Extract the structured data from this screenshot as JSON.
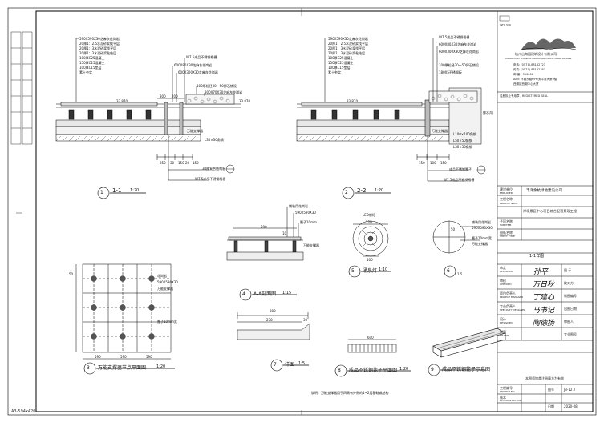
{
  "sheet_size_label": "A3-594x420",
  "company": {
    "logo_caption": "INFO 596",
    "name_cn": "杭州山海园建筑设计有限公司",
    "name_en": "HANGZHOU SHANHAI GROUP ARCHITECTURAL DESIGN",
    "tel": "电话: (0571)-88162723",
    "fax": "传真: (0571)-88162767",
    "postcode": "邮 编：310006",
    "address1": "Add: 环城东路69号太平洋大厦9楼",
    "address2": "西湖区西湖中心大厦"
  },
  "stamp_note": "注册执业专用章 / REGISTERED SEAL",
  "title_block": {
    "client_label": "建设单位",
    "client_label_en": "EMPLOYER",
    "client": "丰泽余杭绿地建设公司",
    "project_label": "工程名称",
    "project_label_en": "PROJECT NAME",
    "project": "禅境景区中心项目综合配套景观工程",
    "subitem_label": "子项名称",
    "subitem_label_en": "SUB ITEM",
    "drawing_label": "图纸名称",
    "drawing_label_en": "SHEET TITLE",
    "drawing_title": "1-1详图",
    "rows": [
      {
        "label": "审定",
        "label_en": "APPROVED",
        "sig": "孙平",
        "right": "图 示"
      },
      {
        "label": "审核",
        "label_en": "CHECKED",
        "sig": "万日秋",
        "right": "校对方"
      },
      {
        "label": "项目负责人",
        "label_en": "PROJECT MANAGER",
        "sig": "丁建心",
        "right": "制图编号"
      },
      {
        "label": "专业负责人",
        "label_en": "SPECIALTY DESIGNER",
        "sig": "马书记",
        "right": "出图日期"
      },
      {
        "label": "设计",
        "label_en": "DESIGNED",
        "sig": "陶德扬",
        "right": "审图人"
      },
      {
        "label": "制图",
        "label_en": "DRAWN",
        "sig": "",
        "right": "专业图号"
      }
    ],
    "footer_note": "本图须加盖注册章方为有效",
    "project_no_label": "工程编号",
    "project_no_label_en": "PROJECT NO.",
    "project_no": "",
    "sheet_no_label": "图号",
    "sheet_no": "JB-12.2",
    "revision_label": "版本",
    "revision_label_en": "REVISION EDITION",
    "date_label": "日期",
    "date": "2020-08"
  },
  "drawings": {
    "d1": {
      "number": "1",
      "title": "1-1",
      "scale": "1:20",
      "notes": [
        "590X590X30芝麻灰花岗岩",
        "20厚1：2.5水泥砂浆找平层",
        "20厚1：3水泥砂浆找平层",
        "20厚1：3水泥砂浆粘结层",
        "100厚C25混凝土",
        "150厚C25混凝土",
        "100厚C15垫层",
        "素土夯实"
      ],
      "right_notes": [
        "W7.5成品不锈钢格栅",
        "600X80X30芝麻灰花岗岩",
        "600X300X30芝麻灰花岗岩",
        "100厚粒径30～50卵石铺设",
        "300X70X30芝麻灰花岗岩"
      ],
      "elev_left": "33.870",
      "elev_right": "33.870",
      "dims": [
        "300",
        "200",
        "250",
        "30",
        "150",
        "20",
        "150"
      ],
      "bottom_notes": [
        "30厚复合结构板",
        "W7.5成品不锈钢格栅"
      ],
      "label_support": "万能支撑器",
      "label_angle": "L30×30角钢"
    },
    "d2": {
      "number": "2",
      "title": "2-2",
      "scale": "1:20",
      "notes": [
        "590X590X30芝麻灰花岗岩",
        "20厚1：2.5水泥砂浆找平层",
        "20厚1：3水泥砂浆找平层",
        "20厚1：3水泥砂浆粘结层",
        "100厚C25混凝土",
        "150厚C25混凝土",
        "100厚C15垫层",
        "素土夯实"
      ],
      "right_notes": [
        "W7.5成品不锈钢格栅",
        "600X80X30芝麻灰花岗岩",
        "600X300X30芝麻灰花岗岩",
        "100厚粒径30～50卵石铺设",
        "180X5不锈钢板",
        "L100×100角钢",
        "L50×50角钢",
        "L30×30角钢"
      ],
      "elev": "33.870",
      "dims": [
        "150",
        "100",
        "150"
      ],
      "bottom_notes": [
        "成品不锈钢篦子",
        "W7.5成品不锈钢格栅"
      ],
      "label_support": "万能支撑器",
      "label_drain": "排水沟"
    },
    "d3": {
      "number": "3",
      "title": "万能支撑器节点平面图",
      "scale": "1:20",
      "dims": [
        "590",
        "590",
        "590",
        "50"
      ],
      "labels": [
        "花岗岩",
        "590X590X30",
        "万能支撑器",
        "篦子10mm宽"
      ]
    },
    "d4": {
      "number": "4",
      "title": "A-A剖面图",
      "scale": "1:15",
      "labels": [
        "铺装用花岗岩",
        "590X590X30",
        "篦子10mm",
        "万能支撑器"
      ],
      "dims": [
        "590",
        "10"
      ]
    },
    "d5": {
      "number": "5",
      "title": "涌泉灯",
      "scale": "1:10",
      "labels": [
        "LED射灯"
      ],
      "dims": [
        "220",
        "100"
      ]
    },
    "d6": {
      "number": "6",
      "scale": "1:5",
      "labels": [
        "铺装用花岗岩",
        "590X590X30",
        "篦子10mm宽",
        "万能支撑器"
      ],
      "dims": [
        "50"
      ]
    },
    "d7": {
      "number": "7",
      "title": "详图",
      "scale": "1:5",
      "dims": [
        "300",
        "270",
        "30"
      ]
    },
    "d8": {
      "number": "8",
      "title": "成品不锈钢篦子平面图",
      "scale": "1:20",
      "dims": [
        "600"
      ]
    },
    "d9": {
      "number": "9",
      "title": "成品不锈钢篦子示意图"
    },
    "bottom_note": "说明：万能支撑器用于四周有外侧的1~2层基础或结构"
  }
}
